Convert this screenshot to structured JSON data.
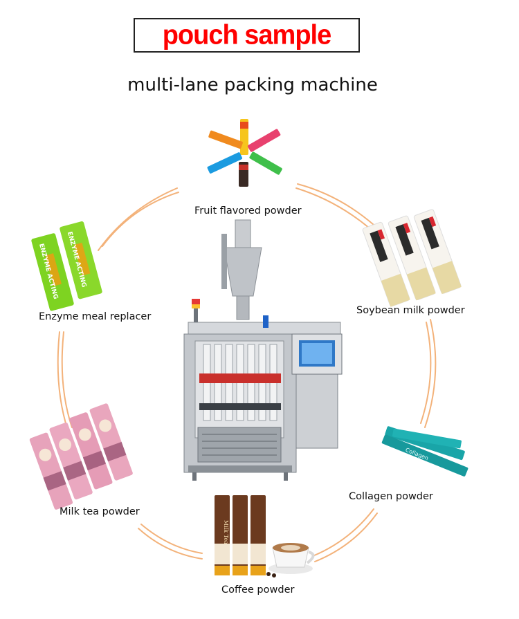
{
  "header": {
    "title": "pouch sample",
    "subtitle": "multi-lane packing machine"
  },
  "samples": [
    {
      "label": "Fruit flavored powder"
    },
    {
      "label": "Soybean milk powder"
    },
    {
      "label": "Collagen powder"
    },
    {
      "label": "Coffee powder"
    },
    {
      "label": "Milk tea powder"
    },
    {
      "label": "Enzyme meal replacer"
    }
  ],
  "pack_text": {
    "enzyme": "ENZYME ACTING",
    "coffee": "Milk Tea",
    "collagen": "Collagen"
  },
  "colors": {
    "title_red": "#ff0000",
    "ring_orange": "#f3b27a",
    "machine_steel": "#b9bdc2",
    "enzyme_green": "#7ed321",
    "collagen_teal": "#19a5a8",
    "milktea_pink": "#e7a3bb",
    "coffee_brown": "#6b3a1f"
  }
}
